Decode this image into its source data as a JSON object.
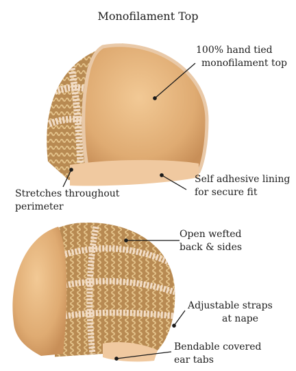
{
  "title": "Monofilament Top",
  "callouts": {
    "hand_tied": {
      "line1": "100% hand tied",
      "line2": "monofilament top"
    },
    "adhesive": {
      "line1": "Self adhesive lining",
      "line2": "for secure fit"
    },
    "stretches": {
      "line1": "Stretches throughout",
      "line2": "perimeter"
    },
    "open_wefted": {
      "line1": "Open wefted",
      "line2": "back & sides"
    },
    "straps": {
      "line1": "Adjustable straps",
      "line2": "at nape"
    },
    "ear_tabs": {
      "line1": "Bendable covered",
      "line2": "ear tabs"
    }
  },
  "colors": {
    "cap_skin": "#e8b87f",
    "lining": "#f0c9a0",
    "weft": "#c9a06a",
    "lace": "#f2ddc8",
    "leader": "#1a1a1a"
  }
}
